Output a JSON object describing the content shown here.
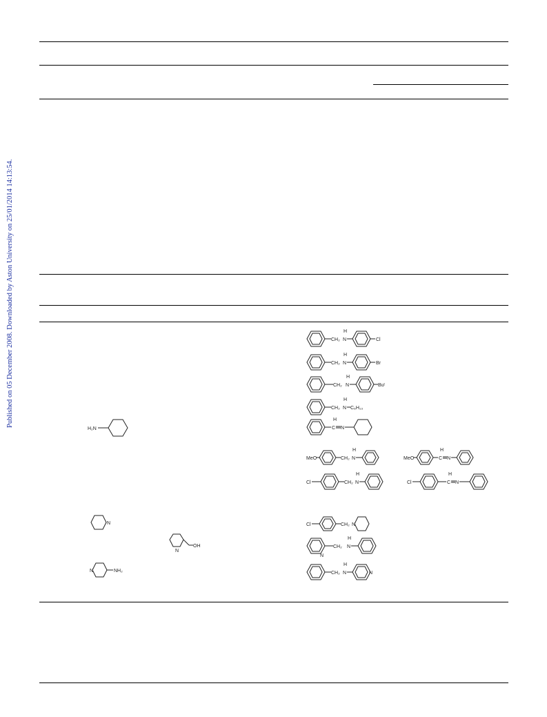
{
  "watermark": "Published on 05 December 2008. Downloaded by Aston University on 25/01/2014 14:13:54.",
  "structures": {
    "reactant_cyclohexylamine": {
      "amine": "H₂N"
    },
    "reactant_piperidine": {
      "n": "N"
    },
    "reactant_pyridylmethanol": {
      "n": "N",
      "oh": "OH"
    },
    "reactant_aminopyridine": {
      "n": "N",
      "nh": "NH₂"
    },
    "p1": {
      "ch2": "CH₂",
      "nh_h": "H",
      "nh_n": "N",
      "sub": "Cl"
    },
    "p2": {
      "ch2": "CH₂",
      "nh_h": "H",
      "nh_n": "N",
      "sub": "Br"
    },
    "p3": {
      "ch2": "CH₂",
      "nh_h": "H",
      "nh_n": "N",
      "sub": "Buᵗ"
    },
    "p4": {
      "ch2": "CH₂",
      "nh_h": "H",
      "nh_n": "N",
      "sub": "C₆H₁₃"
    },
    "p5": {
      "ch": "C",
      "h": "H",
      "n": "N"
    },
    "p6": {
      "pre": "MeO",
      "ch2": "CH₂",
      "nh_h": "H",
      "nh_n": "N"
    },
    "p6b": {
      "pre": "MeO",
      "c": "C",
      "h": "H",
      "n": "N"
    },
    "p7": {
      "pre": "Cl",
      "ch2": "CH₂",
      "nh_h": "H",
      "nh_n": "N"
    },
    "p7b": {
      "pre": "Cl",
      "c": "C",
      "h": "H",
      "n": "N"
    },
    "p8": {
      "pre": "Cl",
      "ch2": "CH₂",
      "n": "N"
    },
    "p9": {
      "ring_n": "N",
      "ch2": "CH₂",
      "nh_h": "H",
      "nh_n": "N"
    },
    "p10": {
      "ch2": "CH₂",
      "nh_h": "H",
      "nh_n": "N",
      "ring_n": "N"
    }
  }
}
